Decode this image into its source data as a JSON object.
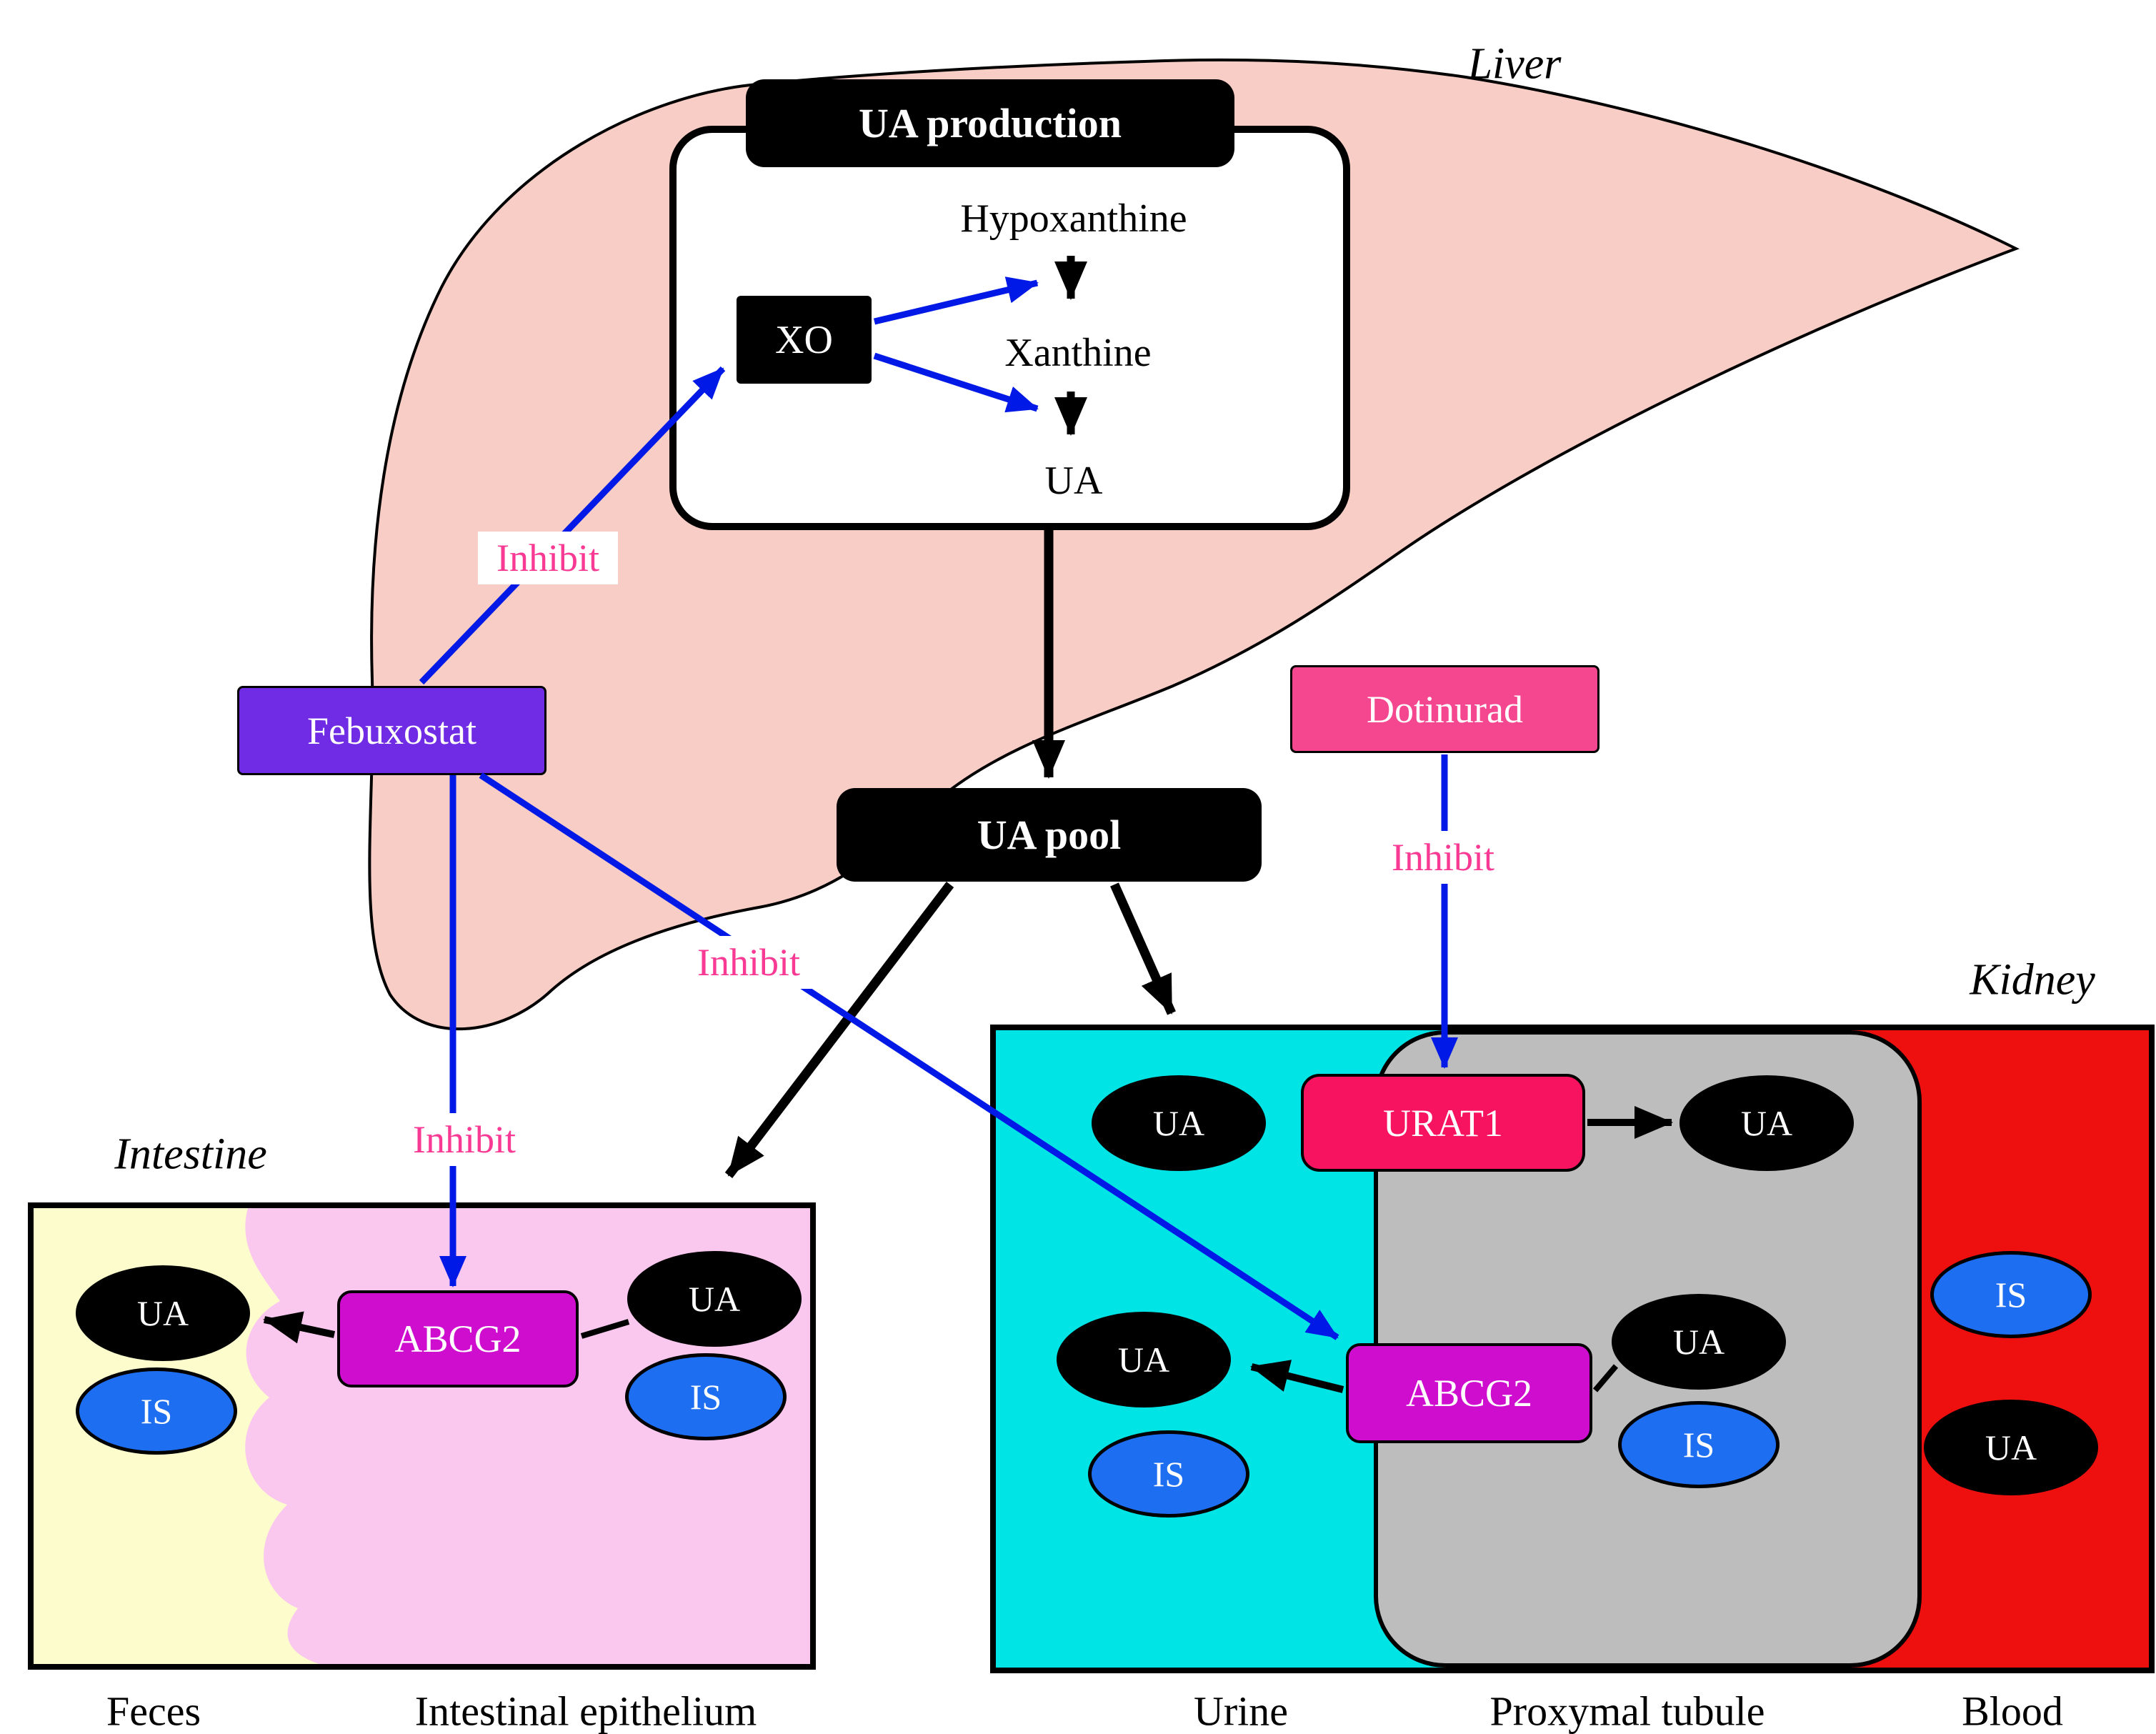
{
  "colors": {
    "liver_fill": "#f8cdc6",
    "blue_arrow": "#0019e6",
    "febuxostat_bg": "#6f2ce4",
    "dotinurad_bg": "#f5478f",
    "urat1_bg": "#f7135f",
    "abcg2_bg": "#ce0dce",
    "inhibit_text": "#f93a94",
    "is_bg": "#1e6ef2",
    "urine_bg": "#00e4e6",
    "tubule_bg": "#bdbdbd",
    "blood_bg": "#ee0f0f",
    "feces_bg": "#fcfccd",
    "epithelium_bg": "#fac8ef"
  },
  "organ_labels": {
    "liver": "Liver",
    "kidney": "Kidney",
    "intestine": "Intestine"
  },
  "liver": {
    "production_title": "UA production",
    "hypoxanthine": "Hypoxanthine",
    "xanthine": "Xanthine",
    "ua": "UA",
    "xo": "XO"
  },
  "pool": {
    "label": "UA pool"
  },
  "drugs": {
    "febuxostat": "Febuxostat",
    "dotinurad": "Dotinurad"
  },
  "inhibit": "Inhibit",
  "molecules": {
    "ua": "UA",
    "is": "IS"
  },
  "transporters": {
    "urat1": "URAT1",
    "abcg2": "ABCG2"
  },
  "intestine": {
    "compartments": {
      "feces": "Feces",
      "epithelium": "Intestinal epithelium"
    }
  },
  "kidney": {
    "compartments": {
      "urine": "Urine",
      "tubule": "Proxymal tubule",
      "blood": "Blood"
    }
  }
}
